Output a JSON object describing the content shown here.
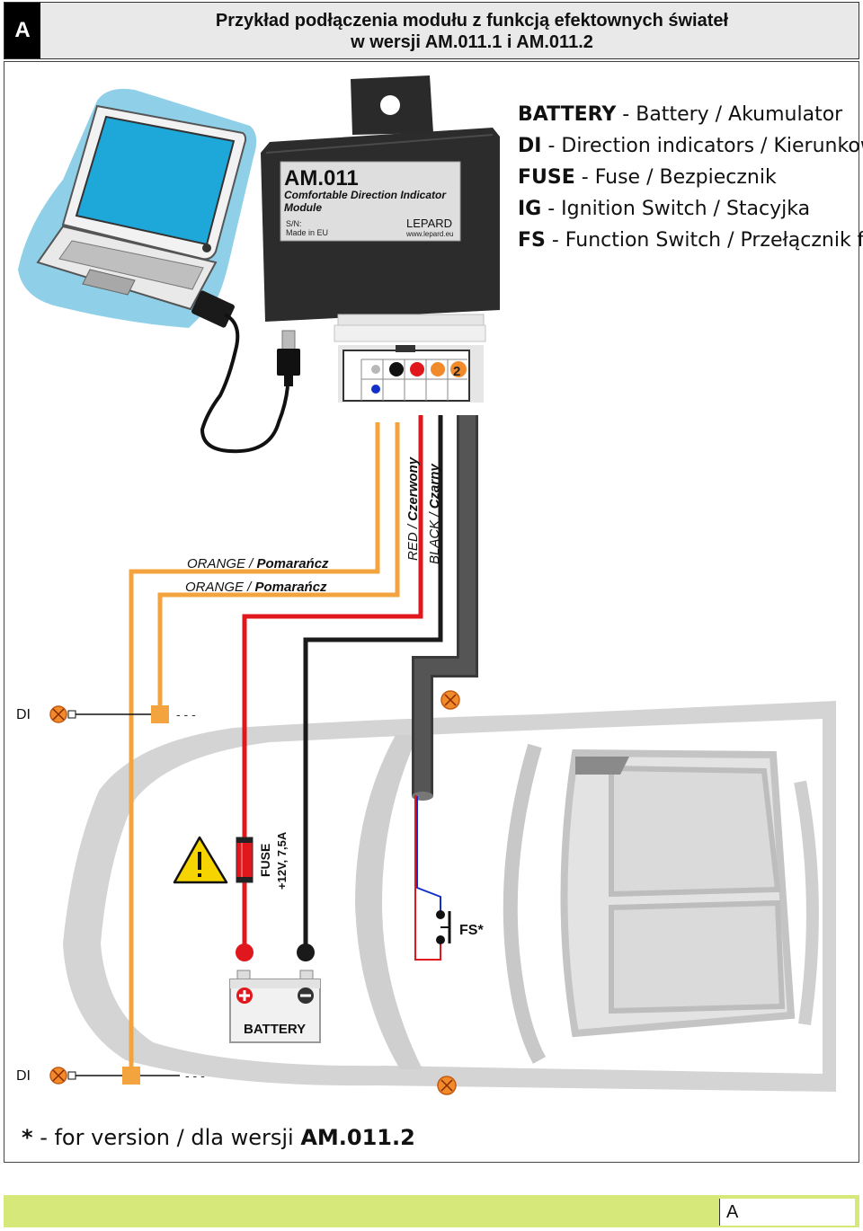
{
  "header": {
    "badge": "A",
    "title_line1": "Przykład podłączenia modułu z funkcją efektownych świateł",
    "title_line2": "w wersji AM.011.1 i AM.011.2"
  },
  "module": {
    "model": "AM.011",
    "desc_line1": "Comfortable Direction Indicator",
    "desc_line2": "Module",
    "sn": "S/N:",
    "made": "Made in EU",
    "brand": "LEPARD",
    "url": "www.lepard.eu"
  },
  "connector": {
    "marker": "2"
  },
  "legend": [
    {
      "key": "BATTERY",
      "text": " - Battery / Akumulator"
    },
    {
      "key": "DI",
      "text": " - Direction indicators / Kierunkowskazy"
    },
    {
      "key": "FUSE",
      "text": " - Fuse / Bezpiecznik"
    },
    {
      "key": "IG",
      "text": " - Ignition Switch / Stacyjka"
    },
    {
      "key": "FS",
      "text": " - Function Switch / Przełącznik funkcji"
    }
  ],
  "wires": {
    "orange1_prefix": "ORANGE / ",
    "orange1_bold": "Pomarańcz",
    "orange2_prefix": "ORANGE / ",
    "orange2_bold": "Pomarańcz",
    "red_prefix": "RED / ",
    "red_bold": "Czerwony",
    "black_prefix": "BLACK / ",
    "black_bold": "Czarny"
  },
  "labels": {
    "di_top": "DI",
    "di_bottom": "DI",
    "dots_top": "- - -",
    "dots_bottom": "- - -",
    "fuse_line1": "FUSE",
    "fuse_line2": "+12V, 7,5A",
    "battery": "BATTERY",
    "fs": "FS*"
  },
  "footnote": {
    "star": "*",
    "text": " - for version / dla wersji ",
    "version": "AM.011.2"
  },
  "footer": {
    "letter": "A"
  },
  "colors": {
    "orange": "#f4a43f",
    "red": "#e0171c",
    "black": "#1a1a1a",
    "blue": "#1230c8",
    "car": "#cfcfcf",
    "footer": "#d6e87a"
  }
}
